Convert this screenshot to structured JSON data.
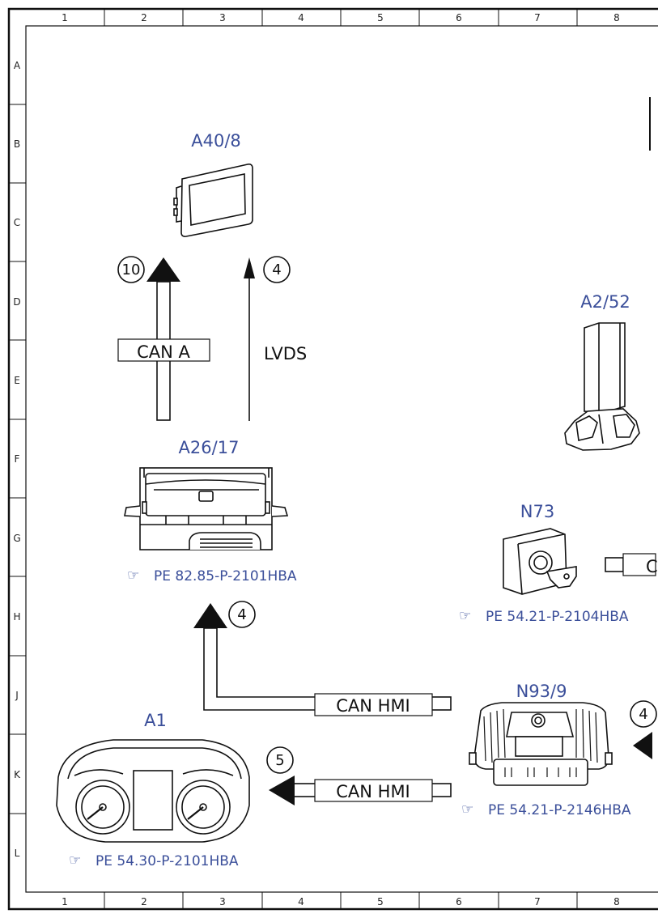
{
  "grid": {
    "columns": [
      "1",
      "2",
      "3",
      "4",
      "5",
      "6",
      "7",
      "8"
    ],
    "rows": [
      "A",
      "B",
      "C",
      "D",
      "E",
      "F",
      "G",
      "H",
      "J",
      "K",
      "L"
    ]
  },
  "components": {
    "a40_8": "A40/8",
    "a26_17": "A26/17",
    "a2_52": "A2/52",
    "n73": "N73",
    "n93_9": "N93/9",
    "a1": "A1"
  },
  "references": {
    "a26_17": "PE 82.85-P-2101HBA",
    "n73": "PE 54.21-P-2104HBA",
    "n93_9": "PE 54.21-P-2146HBA",
    "a1": "PE 54.30-P-2101HBA"
  },
  "buses": {
    "can_a": "CAN A",
    "lvds": "LVDS",
    "can_hmi_upper": "CAN HMI",
    "can_hmi_lower": "CAN HMI",
    "cut_off_label": "C"
  },
  "markers": {
    "m10": "10",
    "m4_lvds": "4",
    "m4_hmi": "4",
    "m5": "5",
    "m4_right": "4"
  },
  "colors": {
    "label_blue": "#3b4f9a",
    "line": "#111111"
  }
}
